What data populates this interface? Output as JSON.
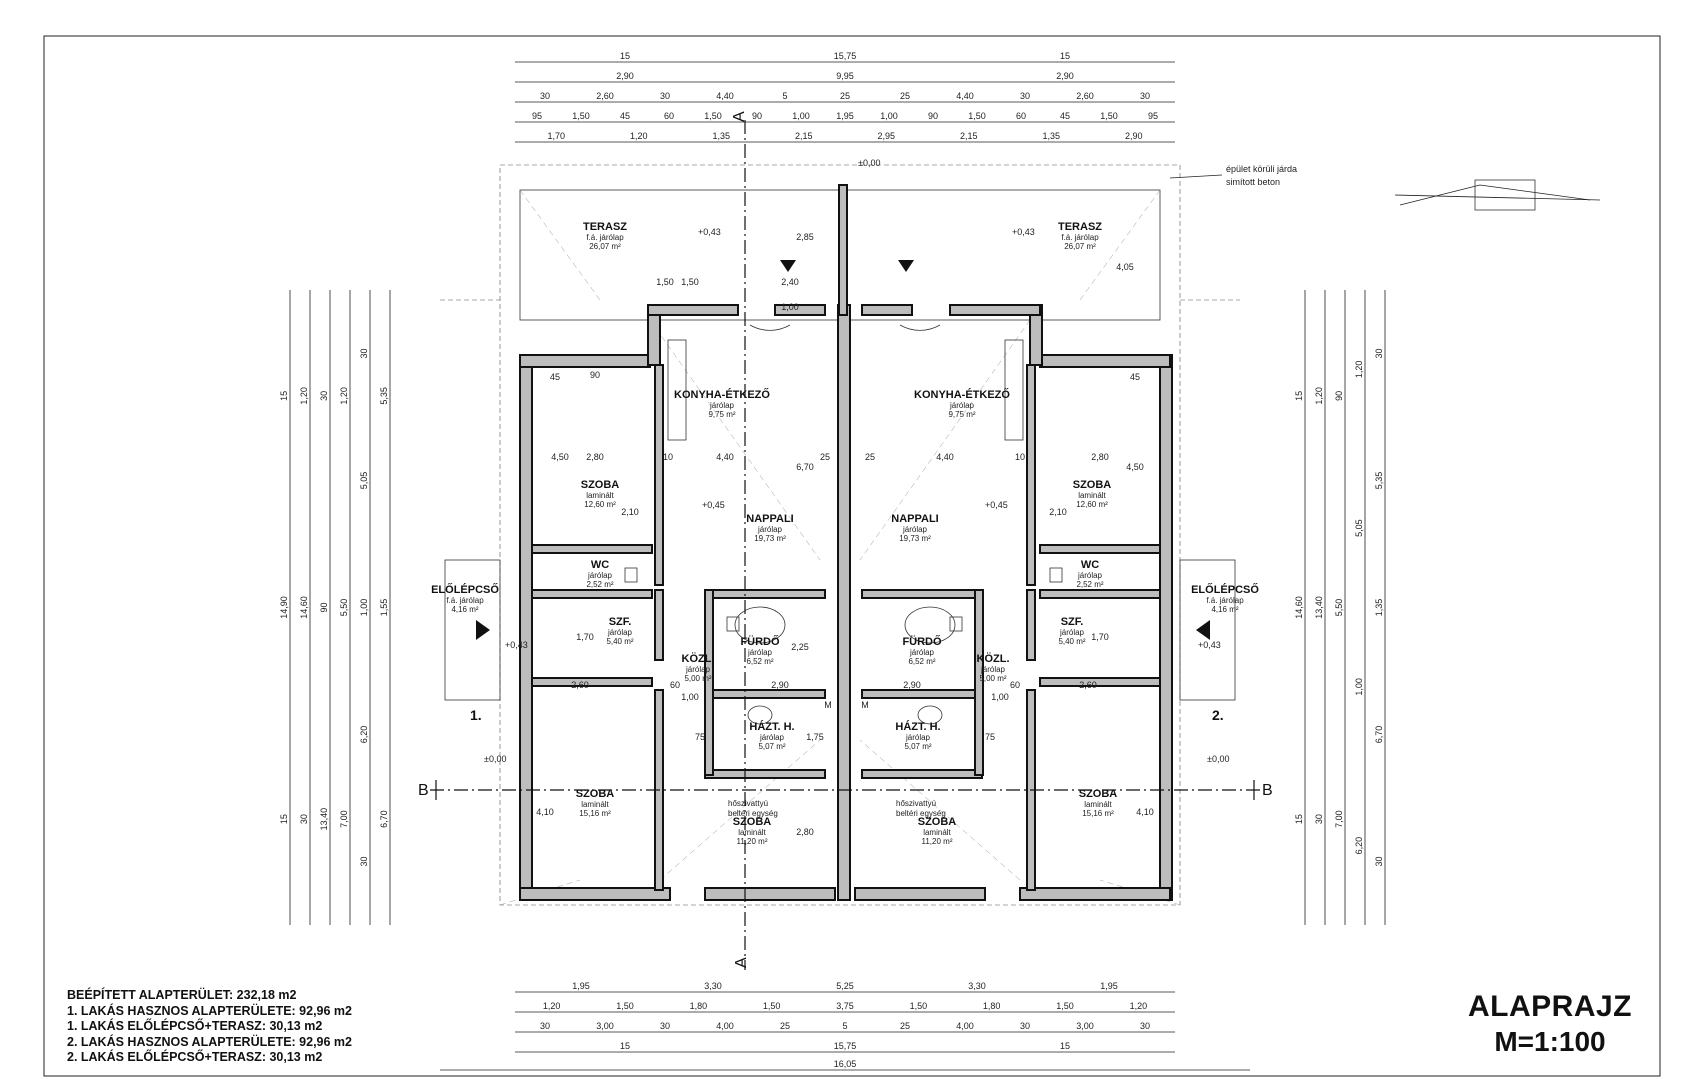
{
  "sheet": {
    "title": "ALAPRAJZ",
    "scale": "M=1:100"
  },
  "summary": [
    "BEÉPÍTETT ALAPTERÜLET: 232,18 m2",
    "1. LAKÁS HASZNOS ALAPTERÜLETE: 92,96 m2",
    "1. LAKÁS ELŐLÉPCSŐ+TERASZ: 30,13 m2",
    "2. LAKÁS HASZNOS ALAPTERÜLETE: 92,96 m2",
    "2. LAKÁS ELŐLÉPCSŐ+TERASZ: 30,13 m2"
  ],
  "flats": [
    "1.",
    "2."
  ],
  "section_marks": {
    "a": "A",
    "b": "B"
  },
  "note": {
    "line1": "épület körüli járda",
    "line2": "simított beton"
  },
  "levels": {
    "ground": "±0,00",
    "floor": "+0,45",
    "entry": "+0,43",
    "terrace": "+0,43"
  },
  "rooms": [
    {
      "name": "TERASZ",
      "finish": "f.á. járólap",
      "area": "26,07 m²"
    },
    {
      "name": "TERASZ",
      "finish": "f.á. járólap",
      "area": "26,07 m²"
    },
    {
      "name": "KONYHA-ÉTKEZŐ",
      "finish": "járólap",
      "area": "9,75 m²"
    },
    {
      "name": "KONYHA-ÉTKEZŐ",
      "finish": "járólap",
      "area": "9,75 m²"
    },
    {
      "name": "SZOBA",
      "finish": "laminált",
      "area": "12,60 m²"
    },
    {
      "name": "SZOBA",
      "finish": "laminált",
      "area": "12,60 m²"
    },
    {
      "name": "NAPPALI",
      "finish": "járólap",
      "area": "19,73 m²"
    },
    {
      "name": "NAPPALI",
      "finish": "járólap",
      "area": "19,73 m²"
    },
    {
      "name": "WC",
      "finish": "járólap",
      "area": "2,52 m²"
    },
    {
      "name": "WC",
      "finish": "járólap",
      "area": "2,52 m²"
    },
    {
      "name": "ELŐLÉPCSŐ",
      "finish": "f.á. járólap",
      "area": "4,16 m²"
    },
    {
      "name": "ELŐLÉPCSŐ",
      "finish": "f.á. járólap",
      "area": "4,16 m²"
    },
    {
      "name": "SZF.",
      "finish": "járólap",
      "area": "5,40 m²"
    },
    {
      "name": "SZF.",
      "finish": "járólap",
      "area": "5,40 m²"
    },
    {
      "name": "FÜRDŐ",
      "finish": "járólap",
      "area": "6,52 m²"
    },
    {
      "name": "FÜRDŐ",
      "finish": "járólap",
      "area": "6,52 m²"
    },
    {
      "name": "KÖZL.",
      "finish": "járólap",
      "area": "5,00 m²"
    },
    {
      "name": "KÖZL.",
      "finish": "járólap",
      "area": "5,00 m²"
    },
    {
      "name": "HÁZT. H.",
      "finish": "járólap",
      "area": "5,07 m²"
    },
    {
      "name": "HÁZT. H.",
      "finish": "járólap",
      "area": "5,07 m²"
    },
    {
      "name": "SZOBA",
      "finish": "laminált",
      "area": "15,16 m²"
    },
    {
      "name": "SZOBA",
      "finish": "laminált",
      "area": "15,16 m²"
    },
    {
      "name": "SZOBA",
      "finish": "laminált",
      "area": "11,20 m²"
    },
    {
      "name": "SZOBA",
      "finish": "laminált",
      "area": "11,20 m²"
    }
  ],
  "heat_pump": {
    "line1": "hőszivattyú",
    "line2": "beltéri egység"
  },
  "dims_top": [
    [
      "15",
      "15,75",
      "15"
    ],
    [
      "2,90",
      "9,95",
      "2,90"
    ],
    [
      "30",
      "2,60",
      "30",
      "4,40",
      "5",
      "25",
      "25",
      "4,40",
      "30",
      "2,60",
      "30"
    ],
    [
      "95",
      "1,50",
      "45",
      "60",
      "1,50",
      "90",
      "1,00",
      "1,95",
      "1,00",
      "90",
      "1,50",
      "60",
      "45",
      "1,50",
      "95"
    ],
    [
      "1,70",
      "1,20",
      "1,35",
      "2,15",
      "2,95",
      "2,15",
      "1,35",
      "2,90"
    ]
  ],
  "dims_bottom": [
    [
      "1,95",
      "3,30",
      "5,25",
      "3,30",
      "1,95"
    ],
    [
      "1,20",
      "1,50",
      "1,80",
      "1,50",
      "3,75",
      "1,50",
      "1,80",
      "1,50",
      "1,20"
    ],
    [
      "30",
      "3,00",
      "30",
      "4,00",
      "25",
      "5",
      "25",
      "4,00",
      "30",
      "3,00",
      "30"
    ],
    [
      "15",
      "15,75",
      "15"
    ],
    [
      "16,05"
    ]
  ],
  "dims_left": [
    [
      "15",
      "14,90",
      "15"
    ],
    [
      "1,20",
      "14,60",
      "30"
    ],
    [
      "30",
      "90",
      "13,40"
    ],
    [
      "1,20",
      "5,50",
      "7,00"
    ],
    [
      "30",
      "5,05",
      "1,00",
      "6,20",
      "30"
    ],
    [
      "5,35",
      "1,55",
      "6,70"
    ]
  ],
  "dims_right": [
    [
      "15",
      "14,60",
      "15"
    ],
    [
      "1,20",
      "13,40",
      "30"
    ],
    [
      "90",
      "5,50",
      "7,00"
    ],
    [
      "1,20",
      "5,05",
      "1,00",
      "6,20"
    ],
    [
      "30",
      "5,35",
      "1,35",
      "6,70",
      "30"
    ]
  ],
  "inner_dims": [
    "45",
    "90",
    "4,50",
    "2,80",
    "10",
    "4,40",
    "6,70",
    "25",
    "25",
    "4,40",
    "10",
    "2,80",
    "4,50",
    "45",
    "2,10",
    "2,10",
    "1,50",
    "1,50",
    "2,40",
    "1,00",
    "2,85",
    "4,05",
    "2,90",
    "2,90",
    "2,60",
    "2,60",
    "1,70",
    "1,70",
    "2,25",
    "1,75",
    "4,10",
    "4,10",
    "2,80",
    "60",
    "60",
    "1,00",
    "1,00",
    "75",
    "75",
    "M",
    "M"
  ]
}
